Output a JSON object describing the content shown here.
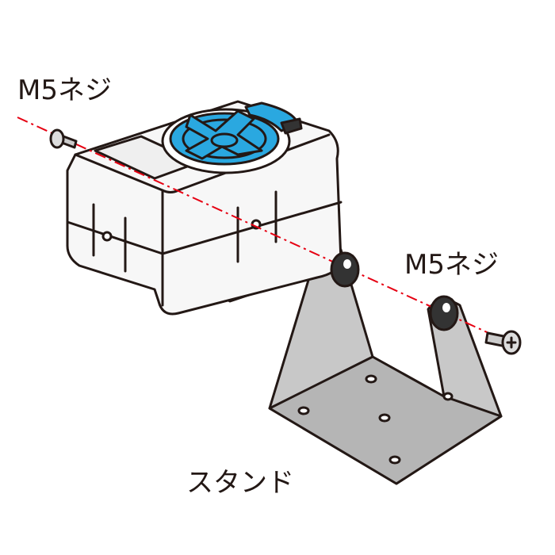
{
  "labels": {
    "screw_left": "M5ネジ",
    "screw_right": "M5ネジ",
    "stand": "スタンド"
  },
  "colors": {
    "fan": "#2aa8e0",
    "body": "#f7f7f7",
    "stand": "#c8c8c8",
    "axis_line": "#e60012",
    "outline": "#231815"
  }
}
